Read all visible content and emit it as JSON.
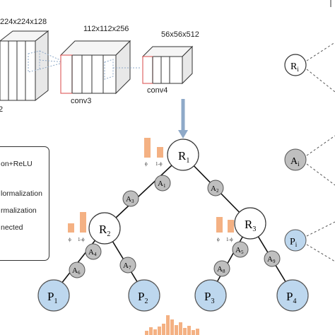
{
  "layers": {
    "top_dim_partial": "224x224x128",
    "conv3_dim": "112x112x256",
    "conv4_dim": "56x56x512",
    "conv3_label": "conv3",
    "conv4_label": "conv4",
    "left_label_partial": "2"
  },
  "legend": {
    "items": [
      "on+ReLU",
      "lormalization",
      "rmalization",
      "nected"
    ]
  },
  "tree": {
    "nodes": {
      "R1": "R",
      "R1_sub": "1",
      "R2": "R",
      "R2_sub": "2",
      "R3": "R",
      "R3_sub": "3",
      "A1": "A",
      "A1_sub": "1",
      "A2": "A",
      "A2_sub": "2",
      "A3": "A",
      "A3_sub": "3",
      "A4": "A",
      "A4_sub": "4",
      "A5": "A",
      "A5_sub": "5",
      "A6": "A",
      "A6_sub": "6",
      "A7": "A",
      "A7_sub": "7",
      "A8": "A",
      "A8_sub": "8",
      "A9": "A",
      "A9_sub": "9",
      "P1": "P",
      "P1_sub": "1",
      "P2": "P",
      "P2_sub": "2",
      "P3": "P",
      "P3_sub": "3",
      "P4": "P",
      "P4_sub": "4"
    },
    "phi_labels": {
      "phi": "ϕ",
      "one_minus_phi": "1-ϕ"
    }
  },
  "right_legend": {
    "Ri": "R",
    "Ri_sub": "i",
    "Ai": "A",
    "Ai_sub": "i",
    "Pi": "P",
    "Pi_sub": "i"
  },
  "colors": {
    "bar": "#f4b183",
    "leaf_fill": "#bdd7ee",
    "gray_node": "#bfbfbf",
    "arrow": "#8ea9c8",
    "conv_red": "#e06666"
  }
}
